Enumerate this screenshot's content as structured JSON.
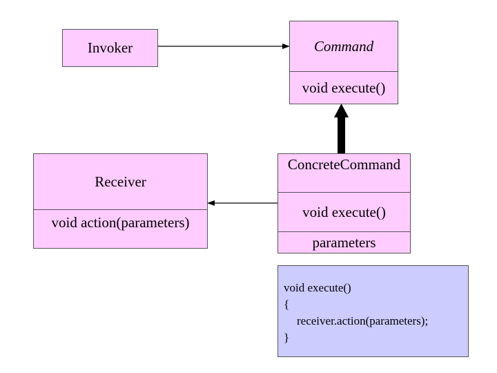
{
  "colors": {
    "class_fill": "#ffccff",
    "note_fill": "#ccccff",
    "border": "#555555",
    "arrow": "#000000"
  },
  "invoker": {
    "name": "Invoker"
  },
  "command": {
    "name": "Command",
    "method": "void execute()"
  },
  "receiver": {
    "name": "Receiver",
    "method": "void action(parameters)"
  },
  "concrete_command": {
    "name": "ConcreteCommand",
    "method": "void execute()",
    "attribute": "parameters"
  },
  "note": {
    "lines": [
      "void execute()",
      "{",
      "receiver.action(parameters);",
      "}"
    ]
  }
}
